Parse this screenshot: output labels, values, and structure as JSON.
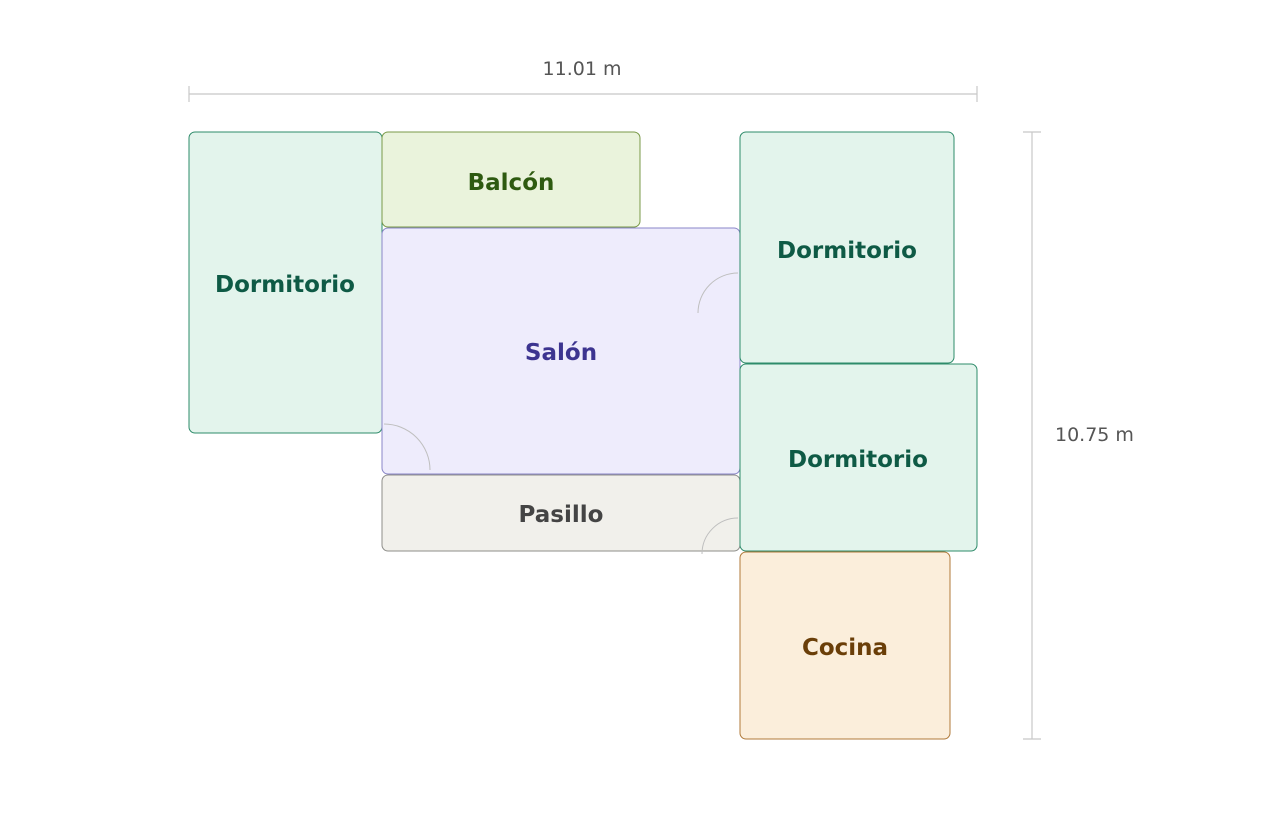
{
  "dimensions": {
    "width_label": "11.01 m",
    "height_label": "10.75 m",
    "line_color": "#c8c8c8",
    "text_color": "#555555"
  },
  "rooms": [
    {
      "id": "bedroom-left",
      "label": "Dormitorio",
      "type": "bedroom",
      "fill": "#e3f4ec",
      "stroke": "#2e8b6a",
      "text_color": "#0e5a45"
    },
    {
      "id": "balcony",
      "label": "Balcón",
      "type": "balcony",
      "fill": "#eaf3dc",
      "stroke": "#7a9a48",
      "text_color": "#2e5a10"
    },
    {
      "id": "living",
      "label": "Salón",
      "type": "living",
      "fill": "#eeecfc",
      "stroke": "#8a86c8",
      "text_color": "#3c3490"
    },
    {
      "id": "hallway",
      "label": "Pasillo",
      "type": "hallway",
      "fill": "#f1f0eb",
      "stroke": "#8e8e8a",
      "text_color": "#444444"
    },
    {
      "id": "bedroom-top-right",
      "label": "Dormitorio",
      "type": "bedroom",
      "fill": "#e3f4ec",
      "stroke": "#2e8b6a",
      "text_color": "#0e5a45"
    },
    {
      "id": "bedroom-mid-right",
      "label": "Dormitorio",
      "type": "bedroom",
      "fill": "#e3f4ec",
      "stroke": "#2e8b6a",
      "text_color": "#0e5a45"
    },
    {
      "id": "kitchen",
      "label": "Cocina",
      "type": "kitchen",
      "fill": "#fbeedb",
      "stroke": "#b07a3a",
      "text_color": "#6a3e08"
    }
  ],
  "door_color": "#bfbfbf"
}
